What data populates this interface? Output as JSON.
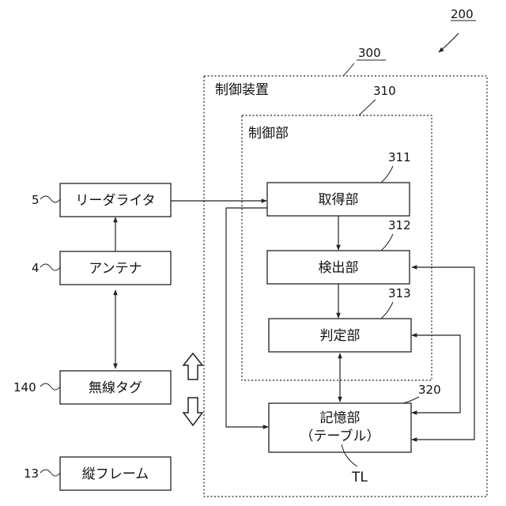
{
  "figure": {
    "number": "200",
    "control_device": {
      "label": "制御装置",
      "ref": "300"
    },
    "control_unit": {
      "label": "制御部",
      "ref": "310"
    },
    "acquisition_unit": {
      "label": "取得部",
      "ref": "311"
    },
    "detection_unit": {
      "label": "検出部",
      "ref": "312"
    },
    "determination_unit": {
      "label": "判定部",
      "ref": "313"
    },
    "storage_unit": {
      "label_line1": "記憶部",
      "label_line2": "（テーブル）",
      "ref": "320",
      "table_ref": "TL"
    },
    "reader_writer": {
      "label": "リーダライタ",
      "ref": "5"
    },
    "antenna": {
      "label": "アンテナ",
      "ref": "4"
    },
    "wireless_tag": {
      "label": "無線タグ",
      "ref": "140"
    },
    "vertical_frame": {
      "label": "縦フレーム",
      "ref": "13"
    }
  }
}
